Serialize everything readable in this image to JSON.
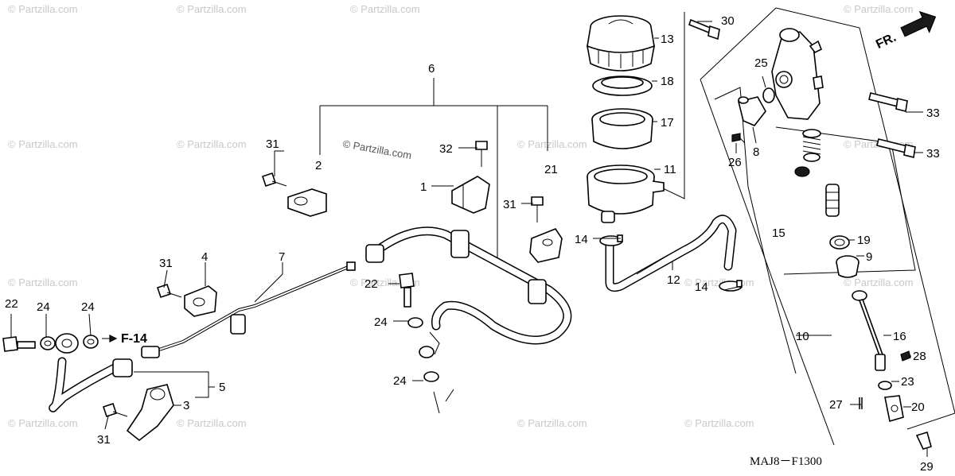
{
  "watermark_text": "© Partzilla.com",
  "center_watermark": "© Partzilla.com",
  "diagram_code": "MAJ8－F1300",
  "direction_label": "FR.",
  "reference_label": "F-14",
  "callouts": [
    {
      "id": "c1",
      "text": "1"
    },
    {
      "id": "c2",
      "text": "2"
    },
    {
      "id": "c3",
      "text": "3"
    },
    {
      "id": "c4",
      "text": "4"
    },
    {
      "id": "c5",
      "text": "5"
    },
    {
      "id": "c6",
      "text": "6"
    },
    {
      "id": "c7",
      "text": "7"
    },
    {
      "id": "c8",
      "text": "8"
    },
    {
      "id": "c9",
      "text": "9"
    },
    {
      "id": "c10",
      "text": "10"
    },
    {
      "id": "c11",
      "text": "11"
    },
    {
      "id": "c12",
      "text": "12"
    },
    {
      "id": "c13",
      "text": "13"
    },
    {
      "id": "c14a",
      "text": "14"
    },
    {
      "id": "c14b",
      "text": "14"
    },
    {
      "id": "c15",
      "text": "15"
    },
    {
      "id": "c16",
      "text": "16"
    },
    {
      "id": "c17",
      "text": "17"
    },
    {
      "id": "c18",
      "text": "18"
    },
    {
      "id": "c19",
      "text": "19"
    },
    {
      "id": "c20",
      "text": "20"
    },
    {
      "id": "c21",
      "text": "21"
    },
    {
      "id": "c22a",
      "text": "22"
    },
    {
      "id": "c22b",
      "text": "22"
    },
    {
      "id": "c23",
      "text": "23"
    },
    {
      "id": "c24a",
      "text": "24"
    },
    {
      "id": "c24b",
      "text": "24"
    },
    {
      "id": "c24c",
      "text": "24"
    },
    {
      "id": "c24d",
      "text": "24"
    },
    {
      "id": "c25",
      "text": "25"
    },
    {
      "id": "c26",
      "text": "26"
    },
    {
      "id": "c27",
      "text": "27"
    },
    {
      "id": "c28",
      "text": "28"
    },
    {
      "id": "c29",
      "text": "29"
    },
    {
      "id": "c30",
      "text": "30"
    },
    {
      "id": "c31a",
      "text": "31"
    },
    {
      "id": "c31b",
      "text": "31"
    },
    {
      "id": "c31c",
      "text": "31"
    },
    {
      "id": "c31d",
      "text": "31"
    },
    {
      "id": "c32",
      "text": "32"
    },
    {
      "id": "c33a",
      "text": "33"
    },
    {
      "id": "c33b",
      "text": "33"
    }
  ]
}
